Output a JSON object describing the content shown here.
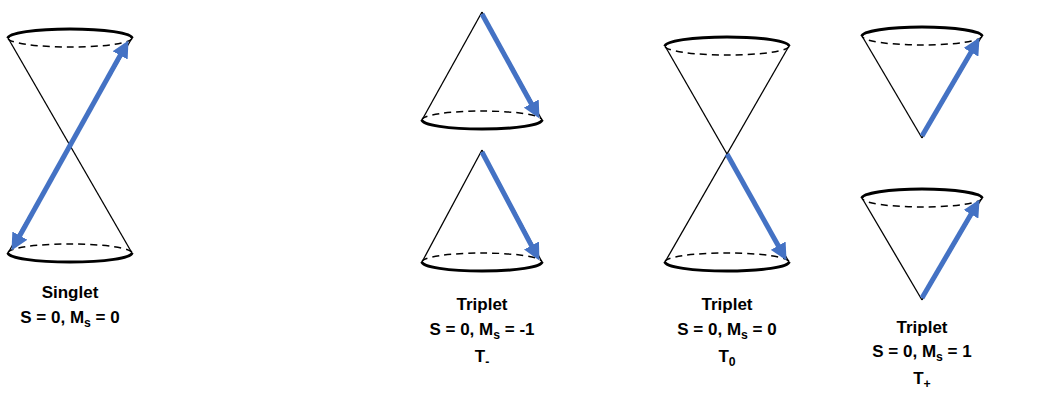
{
  "diagram": {
    "labels": [
      "Singlet",
      "S = 0, Ms = 0",
      "Triplet",
      "S = 0, Ms = -1",
      "T-",
      "Triplet",
      "S = 0, Ms = 0",
      "T0",
      "Triplet",
      "S = 0, Ms = 1",
      "T+"
    ]
  }
}
